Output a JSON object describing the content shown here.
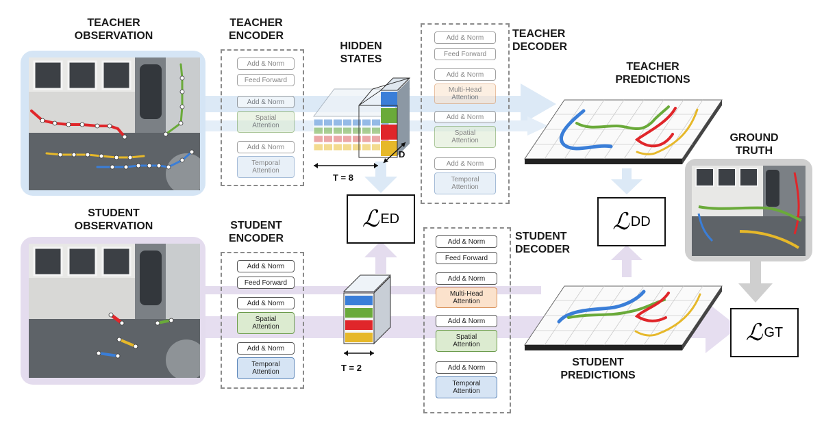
{
  "teacher_observation": "TEACHER\nOBSERVATION",
  "student_observation": "STUDENT\nOBSERVATION",
  "teacher_encoder": "TEACHER\nENCODER",
  "student_encoder": "STUDENT\nENCODER",
  "hidden_states": "HIDDEN\nSTATES",
  "teacher_decoder": "TEACHER\nDECODER",
  "student_decoder": "STUDENT\nDECODER",
  "teacher_predictions": "TEACHER\nPREDICTIONS",
  "student_predictions": "STUDENT\nPREDICTIONS",
  "ground_truth": "GROUND\nTRUTH",
  "blocks": {
    "add_norm": "Add & Norm",
    "feed_forward": "Feed Forward",
    "spatial": "Spatial\nAttention",
    "temporal": "Temporal\nAttention",
    "mha": "Multi-Head\nAttention"
  },
  "t8": "T = 8",
  "t2": "T = 2",
  "d": "D",
  "loss_symbol": "ℒ",
  "loss_ed": "ED",
  "loss_dd": "DD",
  "loss_gt": "GT",
  "colors": {
    "red": "#e0262a",
    "green": "#6aaa3a",
    "yellow": "#e6b82a",
    "blue": "#3a7ed8",
    "teacher_bg": "#d5e5f5",
    "student_bg": "#e4dcee"
  }
}
